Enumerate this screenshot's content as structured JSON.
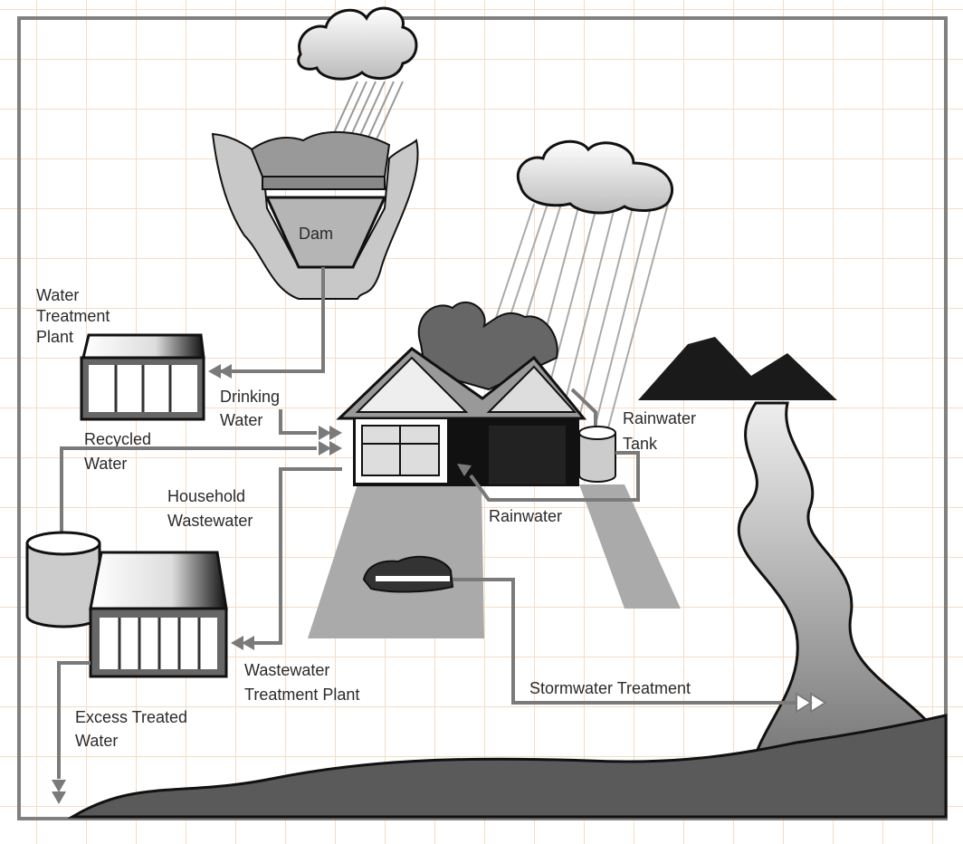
{
  "diagram": {
    "labels": {
      "dam": "Dam",
      "water_treatment_plant": [
        "Water",
        "Treatment",
        "Plant"
      ],
      "drinking_water": [
        "Drinking",
        "Water"
      ],
      "recycled_water": [
        "Recycled",
        "Water"
      ],
      "household_wastewater": [
        "Household",
        "Wastewater"
      ],
      "wastewater_treatment_plant": [
        "Wastewater",
        "Treatment Plant"
      ],
      "excess_treated_water": [
        "Excess Treated",
        "Water"
      ],
      "rainwater_tank": [
        "Rainwater",
        "Tank"
      ],
      "rainwater": "Rainwater",
      "stormwater_treatment": "Stormwater Treatment"
    },
    "colors": {
      "grid": "#f6dcc4",
      "frame": "#808080",
      "arrow": "#7a7a7a",
      "ground": "#5a5a5a"
    }
  }
}
